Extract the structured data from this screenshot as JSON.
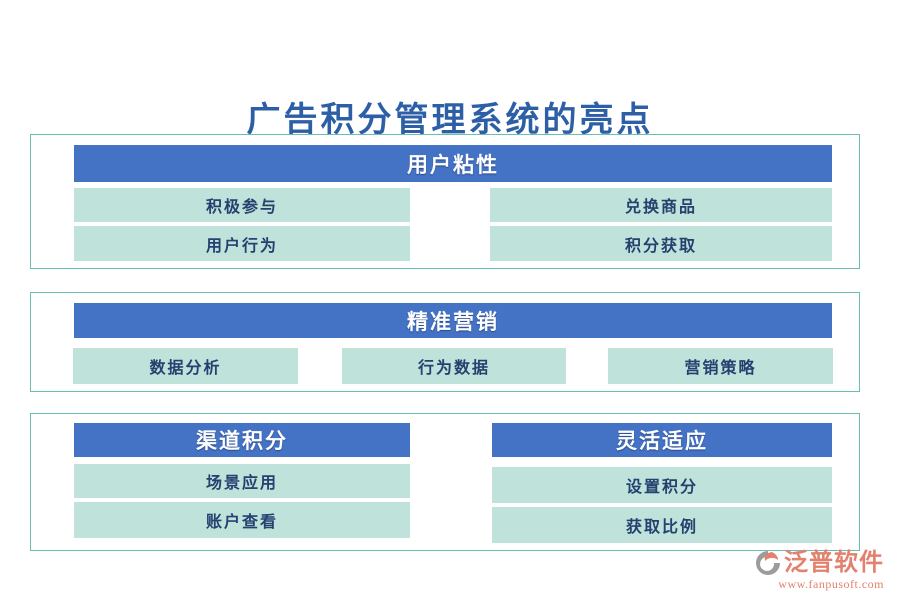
{
  "title": "广告积分管理系统的亮点",
  "sections": [
    {
      "header": "用户粘性",
      "items": [
        "积极参与",
        "兑换商品",
        "用户行为",
        "积分获取"
      ]
    },
    {
      "header": "精准营销",
      "items": [
        "数据分析",
        "行为数据",
        "营销策略"
      ]
    },
    {
      "headers": [
        "渠道积分",
        "灵活适应"
      ],
      "left_items": [
        "场景应用",
        "账户查看"
      ],
      "right_items": [
        "设置积分",
        "获取比例"
      ]
    }
  ],
  "logo": {
    "name": "泛普软件",
    "url": "www.fanpusoft.com"
  },
  "colors": {
    "title-color": "#2D5FA6",
    "header-bg": "#4472C4",
    "header-text": "#FFFFFF",
    "item-bg": "#BFE3DA",
    "item-text": "#24416F",
    "box-border": "#6BBFB0",
    "logo-color": "#E2826E",
    "logo-gray": "#9C9C9C"
  }
}
